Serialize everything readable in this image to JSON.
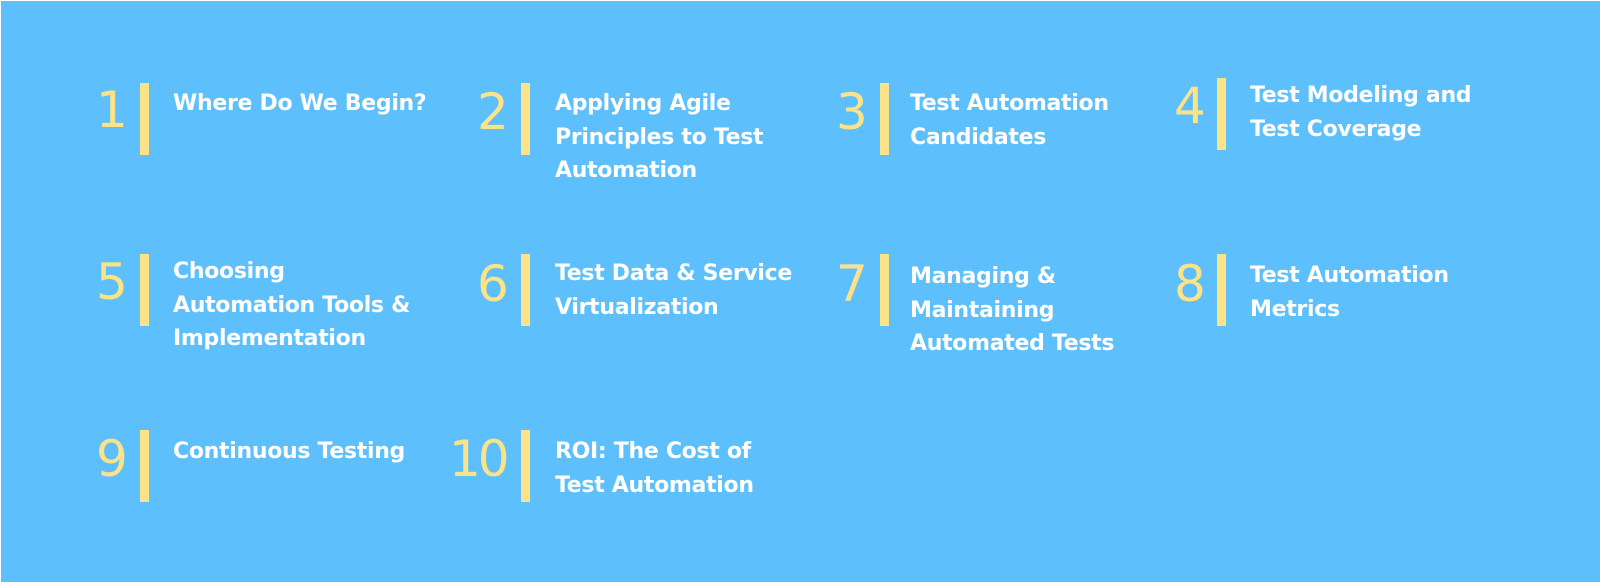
{
  "items": [
    {
      "number": "1",
      "title": "Where Do We Begin?"
    },
    {
      "number": "2",
      "title": "Applying Agile\nPrinciples to Test\nAutomation"
    },
    {
      "number": "3",
      "title": "Test Automation\nCandidates"
    },
    {
      "number": "4",
      "title": "Test Modeling and\nTest Coverage"
    },
    {
      "number": "5",
      "title": "Choosing\nAutomation Tools &\nImplementation"
    },
    {
      "number": "6",
      "title": "Test Data & Service\nVirtualization"
    },
    {
      "number": "7",
      "title": "Managing &\nMaintaining\nAutomated Tests"
    },
    {
      "number": "8",
      "title": "Test Automation\nMetrics"
    },
    {
      "number": "9",
      "title": "Continuous Testing"
    },
    {
      "number": "10",
      "title": "ROI: The Cost of\nTest Automation"
    }
  ]
}
